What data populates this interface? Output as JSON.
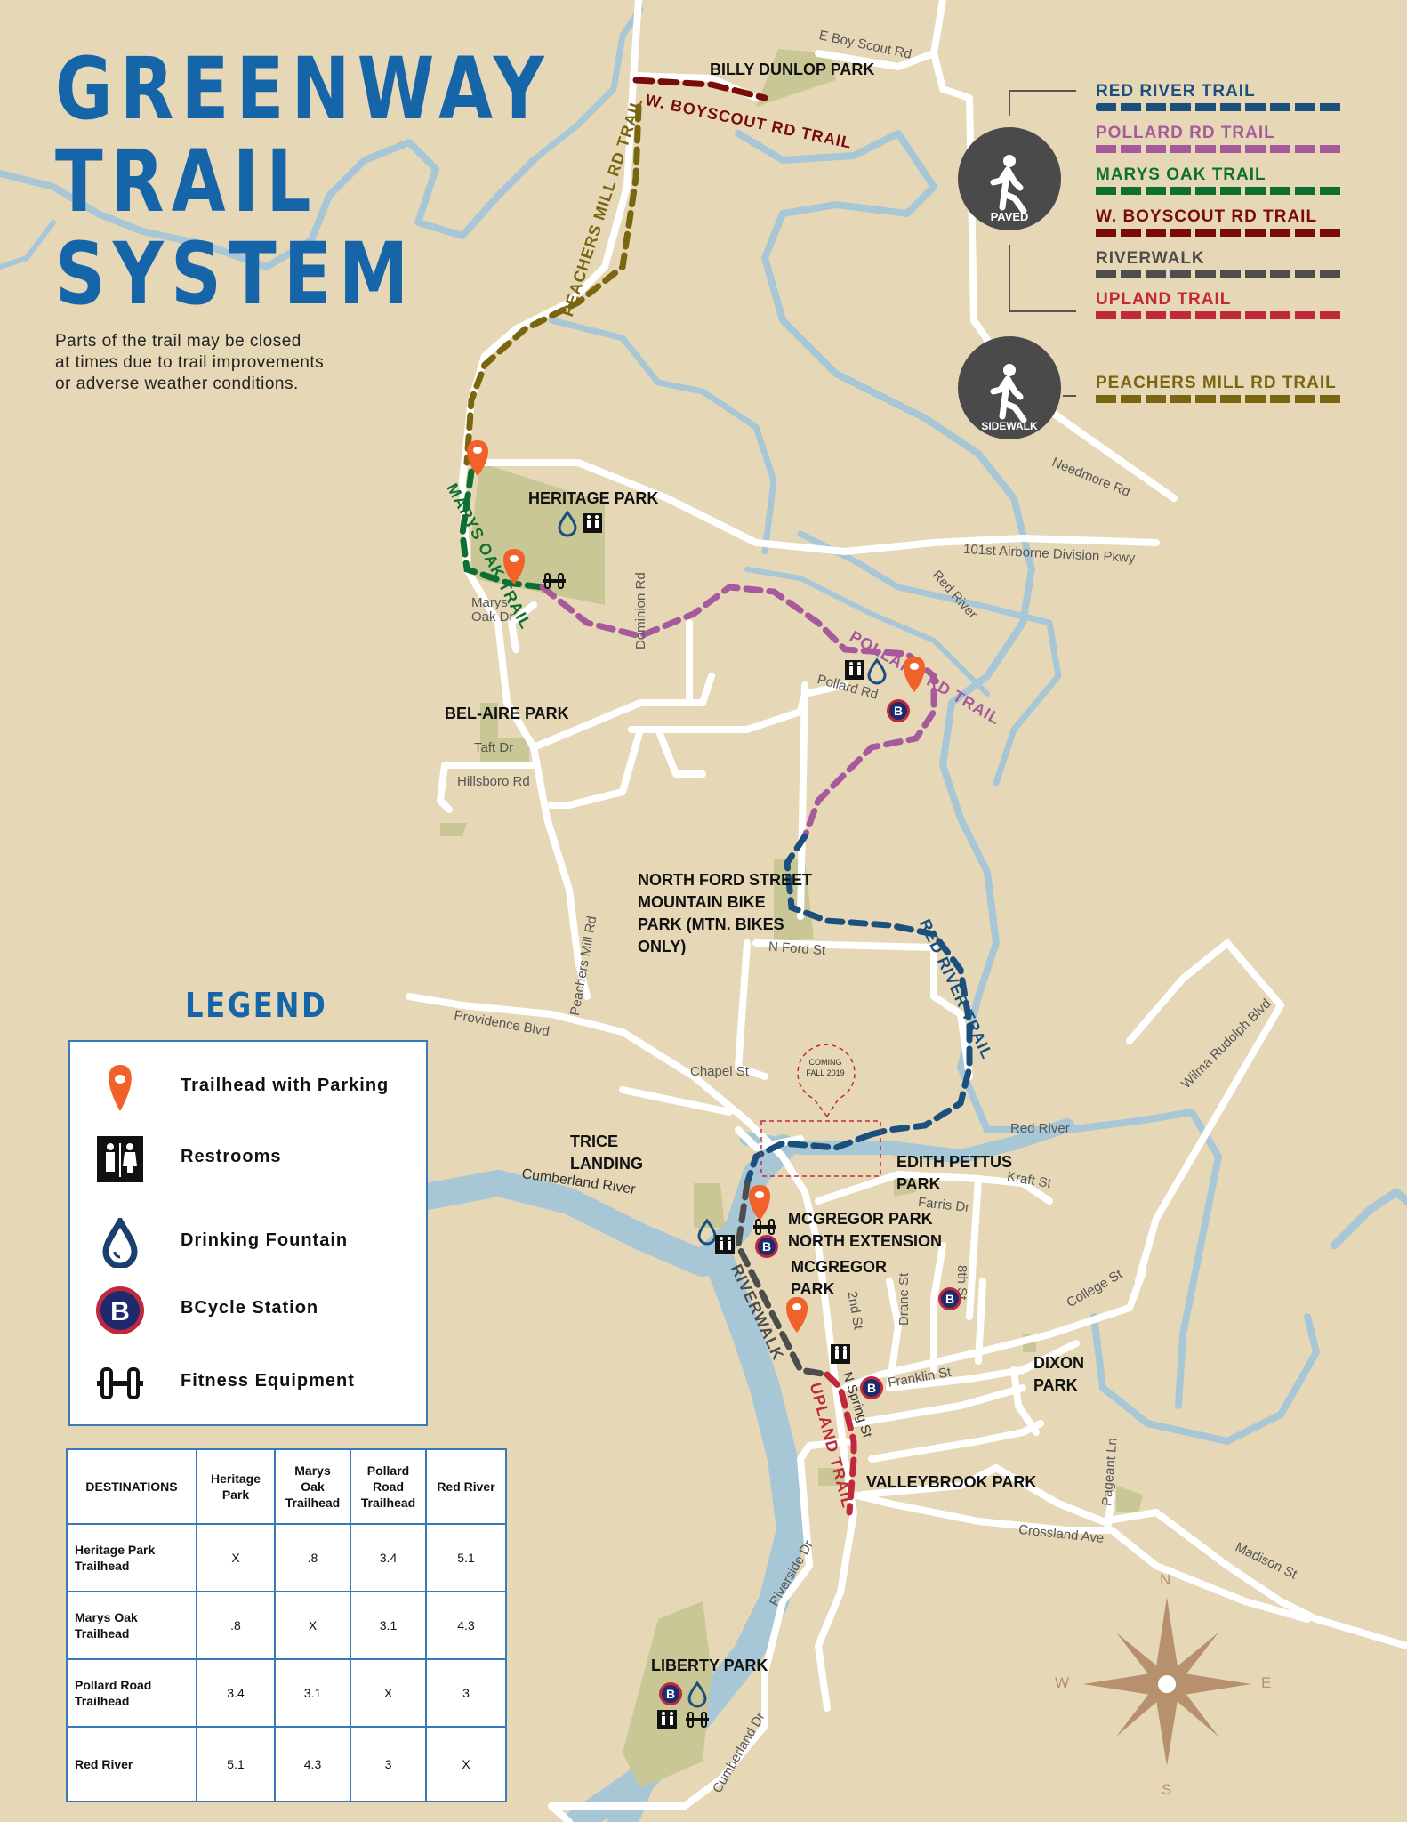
{
  "title": {
    "line1": "GREENWAY",
    "line2": "TRAIL",
    "line3": "SYSTEM"
  },
  "notice": {
    "line1": "Parts of the trail may be closed",
    "line2": "at times due to trail improvements",
    "line3": "or adverse weather conditions."
  },
  "trail_key": {
    "paved_badge": "PAVED",
    "sidewalk_badge": "SIDEWALK",
    "paved_trails": [
      {
        "name": "RED RIVER TRAIL",
        "color": "#1b4f7e"
      },
      {
        "name": "POLLARD RD TRAIL",
        "color": "#a65a9c"
      },
      {
        "name": "MARYS OAK TRAIL",
        "color": "#0e7030"
      },
      {
        "name": "W. BOYSCOUT RD TRAIL",
        "color": "#7a0b0b"
      },
      {
        "name": "RIVERWALK",
        "color": "#4d4d4d"
      },
      {
        "name": "UPLAND TRAIL",
        "color": "#c0283c"
      }
    ],
    "sidewalk_trails": [
      {
        "name": "PEACHERS MILL RD TRAIL",
        "color": "#7a6510"
      }
    ]
  },
  "legend": {
    "title": "LEGEND",
    "items": [
      {
        "icon": "trailhead-pin-icon",
        "label": "Trailhead with Parking"
      },
      {
        "icon": "restroom-icon",
        "label": "Restrooms"
      },
      {
        "icon": "drinking-fountain-icon",
        "label": "Drinking Fountain"
      },
      {
        "icon": "bcycle-icon",
        "label": "BCycle Station"
      },
      {
        "icon": "fitness-equipment-icon",
        "label": "Fitness Equipment"
      }
    ]
  },
  "distance_table": {
    "corner": "DESTINATIONS",
    "columns": [
      "Heritage Park",
      "Marys Oak Trailhead",
      "Pollard Road Trailhead",
      "Red River"
    ],
    "column_lines": [
      [
        "Heritage",
        "Park"
      ],
      [
        "Marys",
        "Oak",
        "Trailhead"
      ],
      [
        "Pollard",
        "Road",
        "Trailhead"
      ],
      [
        "Red River"
      ]
    ],
    "rows": [
      {
        "label": "Heritage Park Trailhead",
        "label_lines": [
          "Heritage Park",
          "Trailhead"
        ],
        "values": [
          "X",
          ".8",
          "3.4",
          "5.1"
        ]
      },
      {
        "label": "Marys Oak Trailhead",
        "label_lines": [
          "Marys Oak",
          "Trailhead"
        ],
        "values": [
          ".8",
          "X",
          "3.1",
          "4.3"
        ]
      },
      {
        "label": "Pollard Road Trailhead",
        "label_lines": [
          "Pollard Road",
          "Trailhead"
        ],
        "values": [
          "3.4",
          "3.1",
          "X",
          "3"
        ]
      },
      {
        "label": "Red River",
        "label_lines": [
          "Red River"
        ],
        "values": [
          "5.1",
          "4.3",
          "3",
          "X"
        ]
      }
    ]
  },
  "map": {
    "parks": {
      "billy_dunlop": "BILLY DUNLOP PARK",
      "heritage": "HERITAGE PARK",
      "bel_aire": "BEL-AIRE PARK",
      "north_ford_1": "NORTH FORD STREET",
      "north_ford_2": "MOUNTAIN BIKE",
      "north_ford_3": "PARK (MTN. BIKES",
      "north_ford_4": "ONLY)",
      "trice_1": "TRICE",
      "trice_2": "LANDING",
      "edith_1": "EDITH PETTUS",
      "edith_2": "PARK",
      "mcgregor_north_1": "MCGREGOR PARK",
      "mcgregor_north_2": "NORTH EXTENSION",
      "mcgregor_1": "MCGREGOR",
      "mcgregor_2": "PARK",
      "dixon_1": "DIXON",
      "dixon_2": "PARK",
      "valleybrook": "VALLEYBROOK PARK",
      "liberty": "LIBERTY PARK"
    },
    "streets": {
      "e_boy_scout": "E Boy Scout Rd",
      "needmore": "Needmore Rd",
      "airborne": "101st Airborne Division Pkwy",
      "red_river_n": "Red River",
      "marys_oak_dr_1": "Marys",
      "marys_oak_dr_2": "Oak Dr",
      "dominion": "Dominion Rd",
      "pollard": "Pollard Rd",
      "taft": "Taft Dr",
      "hillsboro": "Hillsboro Rd",
      "peachers_mill": "Peachers Mill Rd",
      "n_ford": "N Ford St",
      "providence": "Providence Blvd",
      "chapel": "Chapel St",
      "wilma": "Wilma Rudolph Blvd",
      "red_river_s": "Red River",
      "cumberland_river": "Cumberland River",
      "kraft": "Kraft St",
      "farris": "Farris Dr",
      "eighth": "8th St",
      "college": "College St",
      "second": "2nd St",
      "drane": "Drane St",
      "franklin": "Franklin St",
      "n_spring": "N Spring St",
      "pageant": "Pageant Ln",
      "crossland": "Crossland Ave",
      "madison": "Madison St",
      "riverside": "Riverside Dr",
      "cumberland_dr": "Cumberland Dr"
    },
    "trail_labels": {
      "peachers": "PEACHERS MILL RD TRAIL",
      "boyscout": "W. BOYSCOUT RD TRAIL",
      "marys_oak": "MARYS OAK TRAIL",
      "pollard": "POLLARD RD TRAIL",
      "red_river": "RED RIVER TRAIL",
      "riverwalk": "RIVERWALK",
      "upland": "UPLAND TRAIL"
    },
    "coming_1": "COMING",
    "coming_2": "FALL 2019",
    "compass": {
      "n": "N",
      "s": "S",
      "e": "E",
      "w": "W"
    }
  },
  "colors": {
    "background": "#e6d8b7",
    "water": "#a7c7d6",
    "park": "#c9c796",
    "title_blue": "#1565a8",
    "pin_orange": "#f0622a",
    "compass": "#b7916e"
  }
}
